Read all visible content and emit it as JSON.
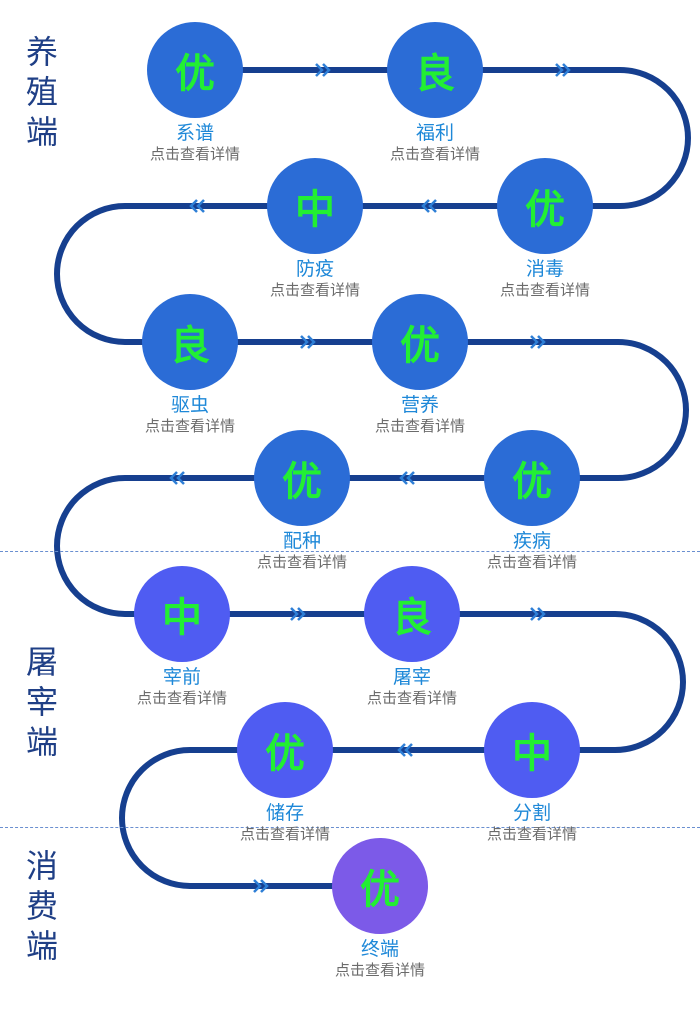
{
  "sections": [
    {
      "label": "养殖端"
    },
    {
      "label": "屠宰端"
    },
    {
      "label": "消费端"
    }
  ],
  "colors": {
    "path": "#163f8f",
    "arrow": "#2e7fd6",
    "grade_text": "#22ef33",
    "breeding_node": "#2b6cd6",
    "slaughter_node": "#4f5cf2",
    "consumer_node": "#7c5ae8",
    "node_name": "#1e88d8",
    "link_text": "#6b6b6b"
  },
  "nodes": [
    {
      "grade": "优",
      "name": "系谱",
      "link": "点击查看详情",
      "group": 0
    },
    {
      "grade": "良",
      "name": "福利",
      "link": "点击查看详情",
      "group": 0
    },
    {
      "grade": "优",
      "name": "消毒",
      "link": "点击查看详情",
      "group": 0
    },
    {
      "grade": "中",
      "name": "防疫",
      "link": "点击查看详情",
      "group": 0
    },
    {
      "grade": "良",
      "name": "驱虫",
      "link": "点击查看详情",
      "group": 0
    },
    {
      "grade": "优",
      "name": "营养",
      "link": "点击查看详情",
      "group": 0
    },
    {
      "grade": "优",
      "name": "疾病",
      "link": "点击查看详情",
      "group": 0
    },
    {
      "grade": "优",
      "name": "配种",
      "link": "点击查看详情",
      "group": 0
    },
    {
      "grade": "中",
      "name": "宰前",
      "link": "点击查看详情",
      "group": 1
    },
    {
      "grade": "良",
      "name": "屠宰",
      "link": "点击查看详情",
      "group": 1
    },
    {
      "grade": "中",
      "name": "分割",
      "link": "点击查看详情",
      "group": 1
    },
    {
      "grade": "优",
      "name": "储存",
      "link": "点击查看详情",
      "group": 1
    },
    {
      "grade": "优",
      "name": "终端",
      "link": "点击查看详情",
      "group": 2
    }
  ]
}
